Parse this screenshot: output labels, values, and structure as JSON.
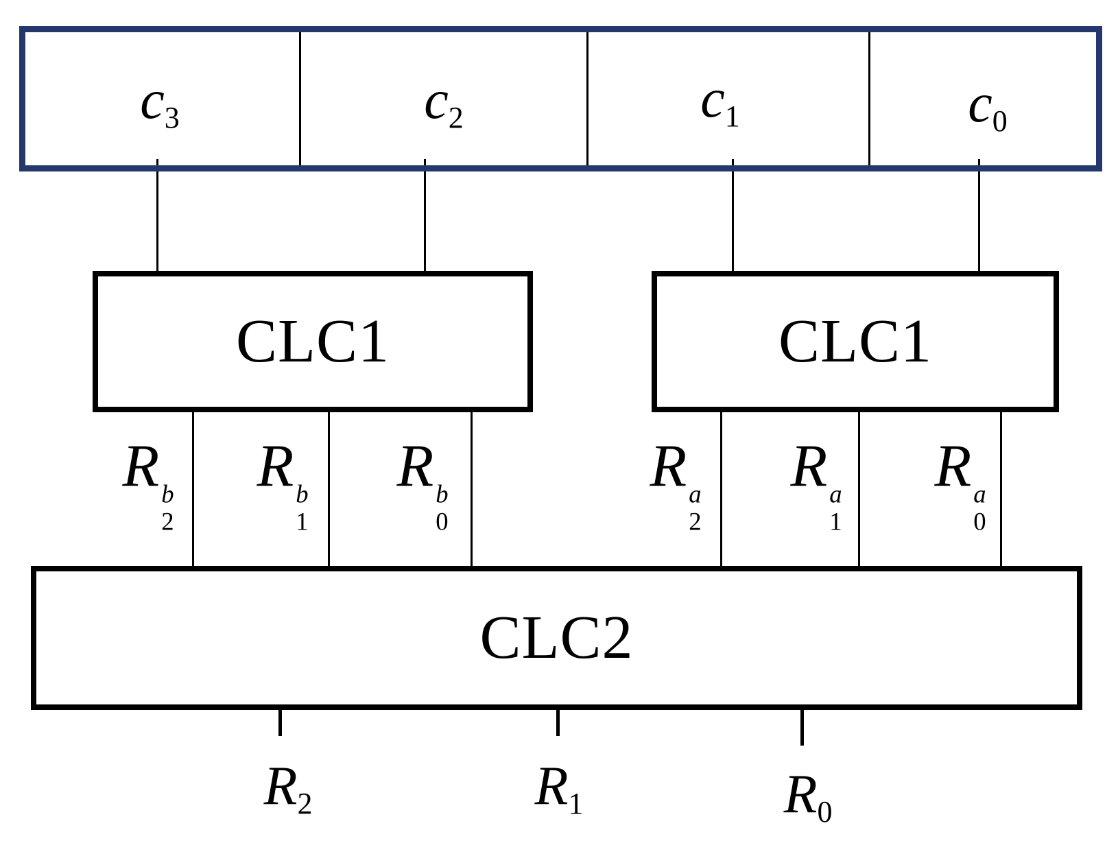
{
  "colors": {
    "register_border": "#24386B",
    "line": "#000000",
    "box_border": "#000000",
    "background": "#FFFFFF"
  },
  "register": {
    "cells": [
      {
        "base": "c",
        "sub": "3"
      },
      {
        "base": "c",
        "sub": "2"
      },
      {
        "base": "c",
        "sub": "1"
      },
      {
        "base": "c",
        "sub": "0"
      }
    ]
  },
  "clc1_left": {
    "label": "CLC1",
    "outputs": [
      {
        "base": "R",
        "sup": "b",
        "sub": "2"
      },
      {
        "base": "R",
        "sup": "b",
        "sub": "1"
      },
      {
        "base": "R",
        "sup": "b",
        "sub": "0"
      }
    ]
  },
  "clc1_right": {
    "label": "CLC1",
    "outputs": [
      {
        "base": "R",
        "sup": "a",
        "sub": "2"
      },
      {
        "base": "R",
        "sup": "a",
        "sub": "1"
      },
      {
        "base": "R",
        "sup": "a",
        "sub": "0"
      }
    ]
  },
  "clc2": {
    "label": "CLC2",
    "outputs": [
      {
        "base": "R",
        "sub": "2"
      },
      {
        "base": "R",
        "sub": "1"
      },
      {
        "base": "R",
        "sub": "0"
      }
    ]
  }
}
